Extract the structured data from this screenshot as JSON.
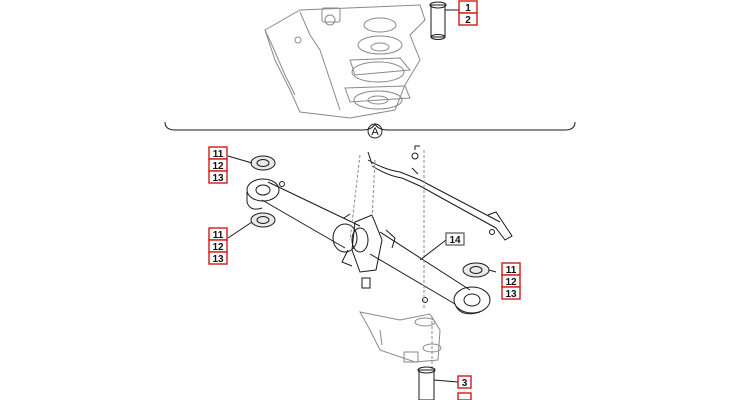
{
  "view_label": "A",
  "callouts": {
    "c1": "1",
    "c2": "2",
    "c11a": "11",
    "c12a": "12",
    "c13a": "13",
    "c11b": "11",
    "c12b": "12",
    "c13b": "13",
    "c14": "14",
    "c11c": "11",
    "c12c": "12",
    "c13c": "13",
    "c3": "3"
  },
  "colors": {
    "callout_border": "#d11a1a",
    "line": "#1a1a1a",
    "faint_line": "#8a8a8a"
  }
}
